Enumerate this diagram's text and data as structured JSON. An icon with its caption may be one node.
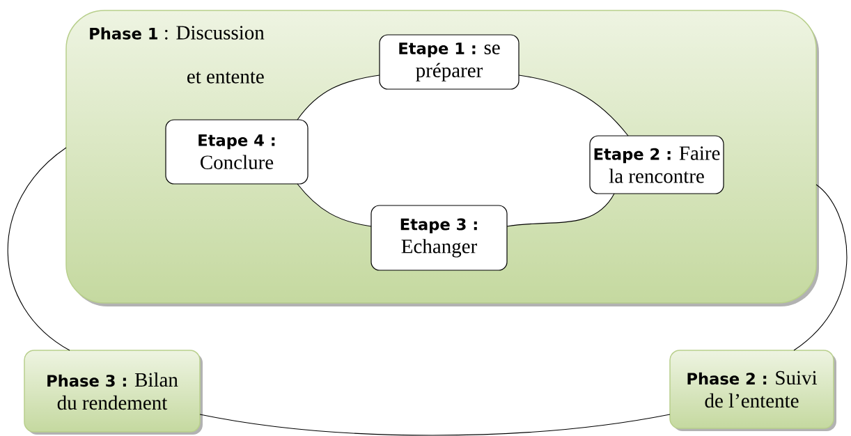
{
  "diagram": {
    "nodes": [
      {
        "text": [
          "**Phase 1** : Discussion et entente"
        ]
      },
      {
        "text": [
          "**Etape 1 :** se préparer"
        ],
        "in": 0
      },
      {
        "text": [
          "**Etape 2 :** Faire la rencontre"
        ],
        "in": 0
      },
      {
        "text": [
          "**Etape 3 :** Echanger"
        ],
        "in": 0
      },
      {
        "text": [
          "**Etape 4 :** Conclure"
        ],
        "in": 0
      },
      {
        "text": [
          "**Phase 3 :** Bilan du rendement"
        ]
      },
      {
        "text": [
          "**Phase 2 :** Suivi de l’entente"
        ]
      }
    ],
    "edges": [
      {
        "from": 1,
        "to": 2,
        "arrow": "none"
      },
      {
        "from": 2,
        "to": 3,
        "arrow": "none"
      },
      {
        "from": 3,
        "to": 4,
        "arrow": "none"
      },
      {
        "from": 4,
        "to": 1,
        "arrow": "none"
      },
      {
        "from": 0,
        "to": 6,
        "arrow": "none"
      },
      {
        "from": 6,
        "to": 5,
        "arrow": "none"
      },
      {
        "from": 5,
        "to": 0,
        "arrow": "none"
      }
    ]
  }
}
